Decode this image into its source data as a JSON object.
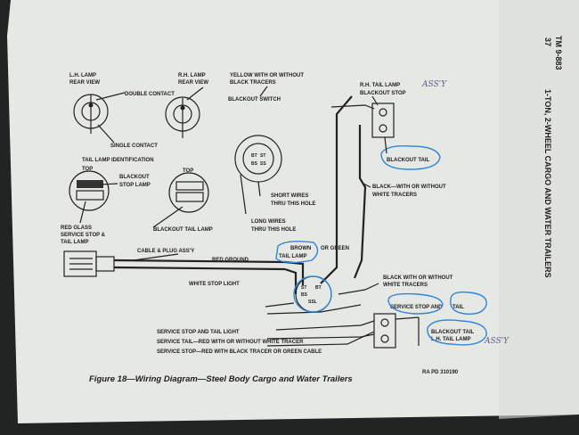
{
  "figure": {
    "caption": "Figure 18—Wiring Diagram—Steel Body Cargo and Water Trailers",
    "reference": "RA PD 310190"
  },
  "side_header": {
    "tm": "TM 9-883",
    "page": "37",
    "title": "1-TON, 2-WHEEL CARGO AND WATER TRAILERS"
  },
  "labels": {
    "lh_lamp": "L.H. LAMP",
    "lh_rear_view": "REAR VIEW",
    "rh_lamp": "R.H. LAMP",
    "rh_rear_view": "REAR VIEW",
    "double_contact": "DOUBLE CONTACT",
    "single_contact": "SINGLE CONTACT",
    "yellow_tracers_1": "YELLOW WITH OR WITHOUT",
    "yellow_tracers_2": "BLACK TRACERS",
    "blackout_switch": "BLACKOUT SWITCH",
    "tail_lamp_id": "TAIL LAMP IDENTIFICATION",
    "top_left": "TOP",
    "top_right": "TOP",
    "blackout_stop_lamp_1": "BLACKOUT",
    "blackout_stop_lamp_2": "STOP LAMP",
    "red_glass_1": "RED GLASS",
    "red_glass_2": "SERVICE STOP &",
    "red_glass_3": "TAIL LAMP",
    "blackout_tail_lamp": "BLACKOUT TAIL LAMP",
    "short_wires_1": "SHORT WIRES",
    "short_wires_2": "THRU THIS HOLE",
    "long_wires_1": "LONG WIRES",
    "long_wires_2": "THRU THIS HOLE",
    "cable_plug": "CABLE & PLUG ASS'Y",
    "red_ground": "RED GROUND",
    "white_stop_light": "WHITE STOP LIGHT",
    "brown": "BROWN",
    "or_green": "OR  GREEN",
    "tail_lamp": "TAIL LAMP",
    "rh_tail_lamp": "R.H. TAIL LAMP",
    "rh_blackout_stop": "BLACKOUT STOP",
    "blackout_tail_rh": "BLACKOUT TAIL",
    "black_white_1": "BLACK—WITH OR WITHOUT",
    "black_white_2": "WHITE TRACERS",
    "black_white_b1": "BLACK WITH OR WITHOUT",
    "black_white_b2": "WHITE TRACERS",
    "service_stop_and": "SERVICE STOP AND",
    "tail": "TAIL",
    "blackout_tail_lh": "BLACKOUT TAIL",
    "lh_tail_lamp": "L.H. TAIL LAMP",
    "service_stop_tail_light": "SERVICE STOP AND TAIL LIGHT",
    "service_tail_red_white": "SERVICE TAIL—RED WITH OR WITHOUT WHITE TRACER",
    "service_stop_red_black": "SERVICE STOP—RED WITH BLACK TRACER OR GREEN CABLE"
  },
  "switch_terminals": [
    "BT",
    "ST",
    "BS",
    "SS",
    "SSL"
  ],
  "handwritten": {
    "rh_assy": "ASS'Y",
    "lh_assy": "ASS'Y"
  },
  "colors": {
    "paper": "#e6e8e4",
    "ink": "#1e1e1e",
    "annotation": "#2e86e0"
  }
}
